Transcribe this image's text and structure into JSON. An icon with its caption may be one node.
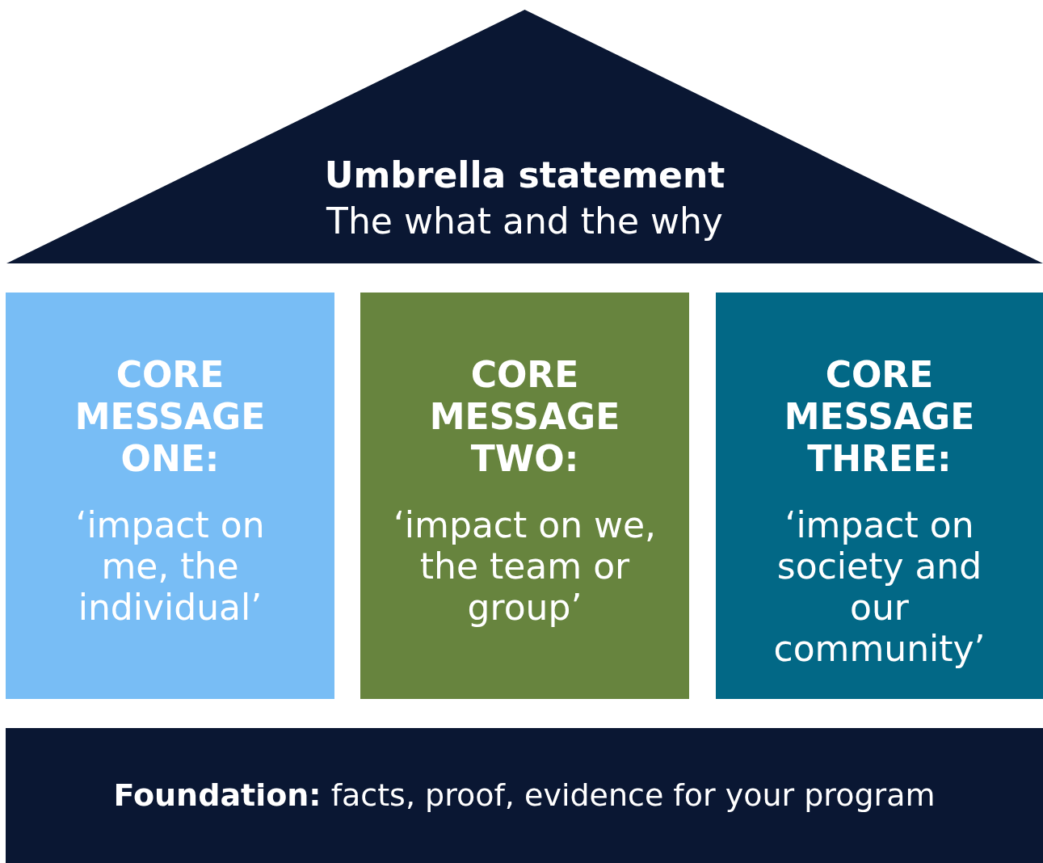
{
  "diagram": {
    "nodes": [
      {
        "text": [
          "Umbrella statement",
          "The what and the why"
        ]
      },
      {
        "text": [
          "CORE MESSAGE ONE:",
          "‘impact on me, the individual’"
        ]
      },
      {
        "text": [
          "CORE MESSAGE TWO:",
          "‘impact on we, the team or group’"
        ]
      },
      {
        "text": [
          "CORE MESSAGE THREE:",
          "‘impact on society and our community’"
        ]
      },
      {
        "text": [
          "**Foundation:** facts, proof, evidence for your program"
        ]
      }
    ]
  }
}
